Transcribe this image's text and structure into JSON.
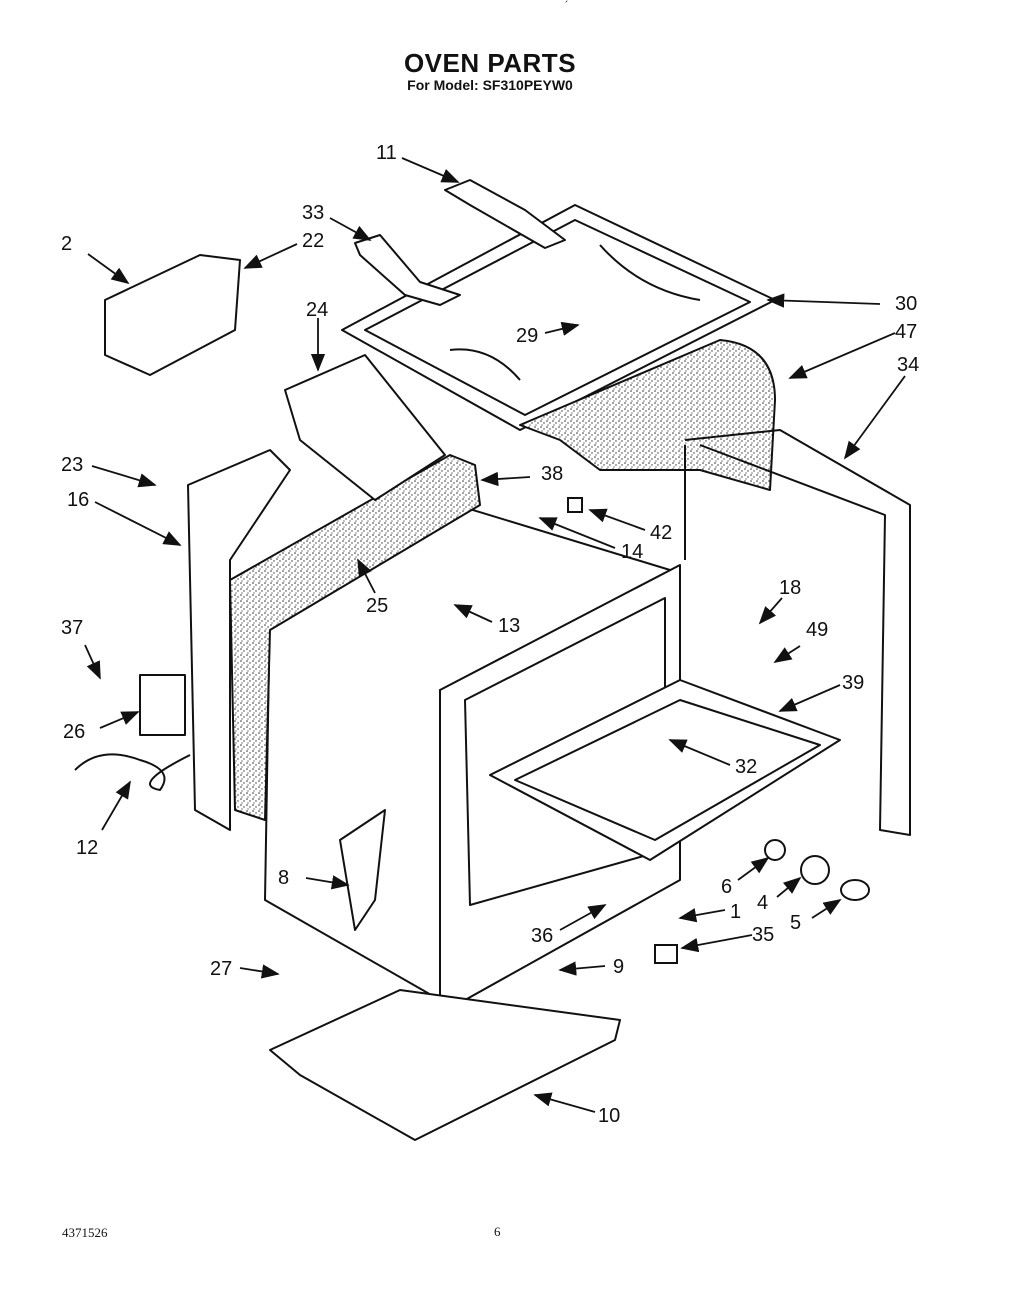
{
  "header": {
    "title": "OVEN PARTS",
    "subtitle": "For Model: SF310PEYW0"
  },
  "top_mark": "´",
  "parts": [
    {
      "id": "11",
      "label": "11"
    },
    {
      "id": "33",
      "label": "33"
    },
    {
      "id": "2",
      "label": "2"
    },
    {
      "id": "22",
      "label": "22"
    },
    {
      "id": "24",
      "label": "24"
    },
    {
      "id": "30",
      "label": "30"
    },
    {
      "id": "47",
      "label": "47"
    },
    {
      "id": "29",
      "label": "29"
    },
    {
      "id": "34",
      "label": "34"
    },
    {
      "id": "23",
      "label": "23"
    },
    {
      "id": "38",
      "label": "38"
    },
    {
      "id": "16",
      "label": "16"
    },
    {
      "id": "42",
      "label": "42"
    },
    {
      "id": "14",
      "label": "14"
    },
    {
      "id": "18",
      "label": "18"
    },
    {
      "id": "25",
      "label": "25"
    },
    {
      "id": "13",
      "label": "13"
    },
    {
      "id": "37",
      "label": "37"
    },
    {
      "id": "49",
      "label": "49"
    },
    {
      "id": "39",
      "label": "39"
    },
    {
      "id": "26",
      "label": "26"
    },
    {
      "id": "32",
      "label": "32"
    },
    {
      "id": "12",
      "label": "12"
    },
    {
      "id": "8",
      "label": "8"
    },
    {
      "id": "6",
      "label": "6"
    },
    {
      "id": "4",
      "label": "4"
    },
    {
      "id": "1",
      "label": "1"
    },
    {
      "id": "5",
      "label": "5"
    },
    {
      "id": "36",
      "label": "36"
    },
    {
      "id": "35",
      "label": "35"
    },
    {
      "id": "27",
      "label": "27"
    },
    {
      "id": "9",
      "label": "9"
    },
    {
      "id": "10",
      "label": "10"
    }
  ],
  "footer": {
    "doc_number": "4371526",
    "page_number": "6"
  }
}
